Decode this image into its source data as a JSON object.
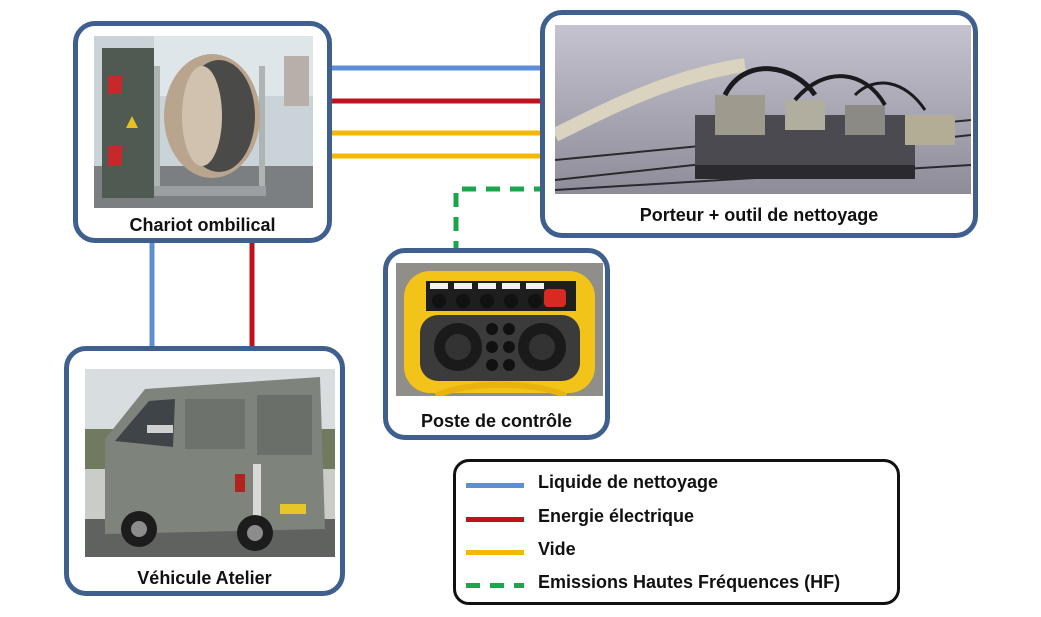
{
  "nodes": {
    "chariot": {
      "label": "Chariot ombilical"
    },
    "porteur": {
      "label": "Porteur + outil de nettoyage"
    },
    "poste": {
      "label": "Poste de contrôle"
    },
    "vehicule": {
      "label": "Véhicule Atelier"
    }
  },
  "legend": {
    "items": [
      {
        "label": "Liquide de nettoyage",
        "color": "#5b8ed6",
        "style": "solid"
      },
      {
        "label": "Energie électrique",
        "color": "#c0121c",
        "style": "solid"
      },
      {
        "label": "Vide",
        "color": "#f5b800",
        "style": "solid"
      },
      {
        "label": "Emissions Hautes Fréquences (HF)",
        "color": "#1aa64a",
        "style": "dashed"
      }
    ]
  },
  "colors": {
    "box_border": "#3f5f8f"
  }
}
